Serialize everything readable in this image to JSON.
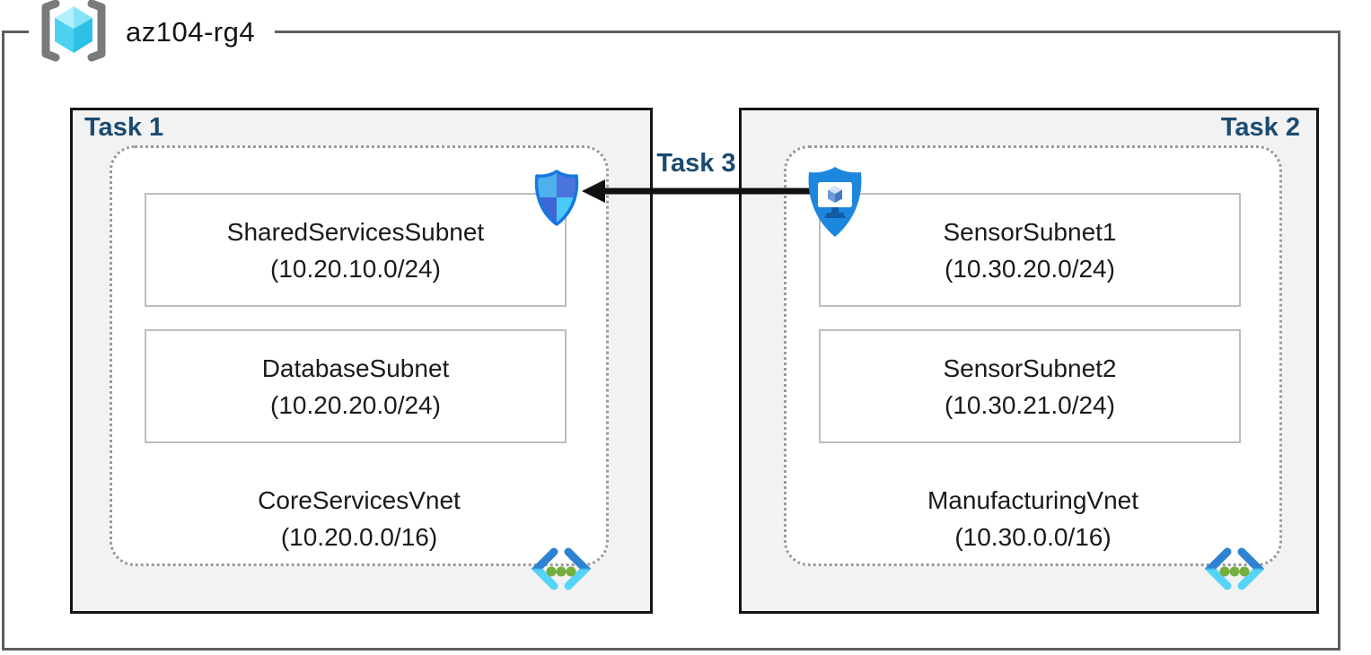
{
  "resource_group": {
    "name": "az104-rg4"
  },
  "tasks": [
    {
      "label": "Task 1"
    },
    {
      "label": "Task 2"
    },
    {
      "label": "Task 3"
    }
  ],
  "vnets": [
    {
      "name": "CoreServicesVnet",
      "cidr": "(10.20.0.0/16)",
      "subnets": [
        {
          "name": "SharedServicesSubnet",
          "cidr": "(10.20.10.0/24)"
        },
        {
          "name": "DatabaseSubnet",
          "cidr": "(10.20.20.0/24)"
        }
      ]
    },
    {
      "name": "ManufacturingVnet",
      "cidr": "(10.30.0.0/16)",
      "subnets": [
        {
          "name": "SensorSubnet1",
          "cidr": "(10.30.20.0/24)"
        },
        {
          "name": "SensorSubnet2",
          "cidr": "(10.30.21.0/24)"
        }
      ]
    }
  ],
  "icons": {
    "resource_group": "resource-group-cube-in-brackets",
    "network_security": "defender-shield-quadrants",
    "bastion": "shield-with-monitor",
    "virtual_network": "chevrons-with-green-dots",
    "arrow": "left-pointing-black-arrow"
  },
  "colors": {
    "rg_border": "#5e5e5e",
    "task_border": "#141414",
    "task_bg": "#f2f2f2",
    "task_label": "#1b4a70",
    "dotted_border": "#9a9a9a",
    "subnet_border": "#bdbdbd",
    "arrow": "#111111",
    "shield_outline": "#1677e0",
    "bastion_blue": "#1d86dd",
    "vnet_chevron_dark": "#2e82d2",
    "vnet_chevron_light": "#55d4f7",
    "vnet_dots_green": "#74ae3c"
  }
}
